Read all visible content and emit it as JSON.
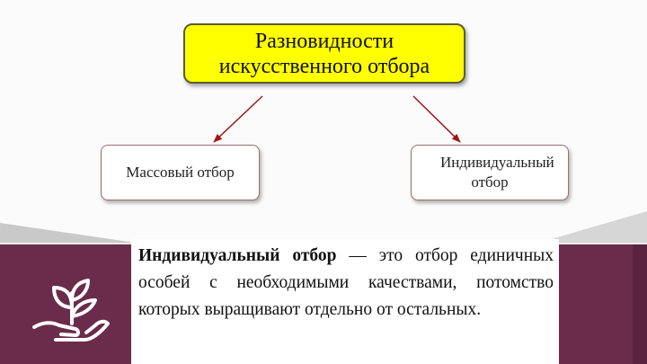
{
  "title": "Разновидности искусственного отбора",
  "types": [
    {
      "label": "Массовый отбор"
    },
    {
      "label": "Индивидуальный отбор"
    }
  ],
  "definition": {
    "term": "Индивидуальный отбор",
    "text": " — это отбор единичных особей с необходимыми качествами, потомство которых выращивают отдельно от остальных."
  },
  "icons": {
    "decoration": "plant-in-hand-icon"
  },
  "colors": {
    "accent": "#6b2b4a",
    "title_bg": "#ffff00",
    "arrow": "#a11616"
  }
}
